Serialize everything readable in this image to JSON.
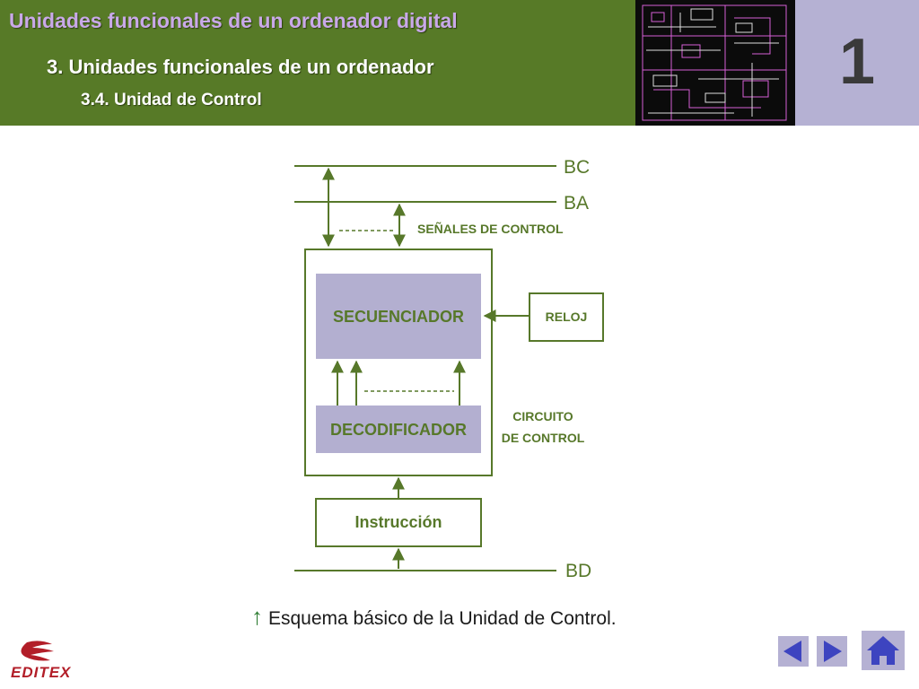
{
  "header": {
    "main_title": "Unidades funcionales de un ordenador digital",
    "section_title": "3.   Unidades funcionales de un ordenador",
    "sub_title": "3.4. Unidad de Control"
  },
  "chapter": {
    "number": "1"
  },
  "diagram": {
    "bus_bc": "BC",
    "bus_ba": "BA",
    "bus_bd": "BD",
    "control_signals": "SEÑALES DE CONTROL",
    "sequencer": "SECUENCIADOR",
    "clock": "RELOJ",
    "decoder": "DECODIFICADOR",
    "control_circuit_line1": "CIRCUITO",
    "control_circuit_line2": "DE CONTROL",
    "instruction": "Instrucción"
  },
  "caption": "Esquema básico de la Unidad de Control.",
  "logo": {
    "text": "EDITEX"
  },
  "colors": {
    "header_green": "#577a27",
    "title_lilac": "#c9a9e8",
    "chapter_lilac": "#b5b1d3",
    "diagram_green": "#57782a",
    "block_lilac": "#b3afd0",
    "logo_red": "#b21e28",
    "nav_button": "#b5b1d3"
  },
  "icons": {
    "prev": "triangle-left-icon",
    "next": "triangle-right-icon",
    "home": "house-icon"
  }
}
